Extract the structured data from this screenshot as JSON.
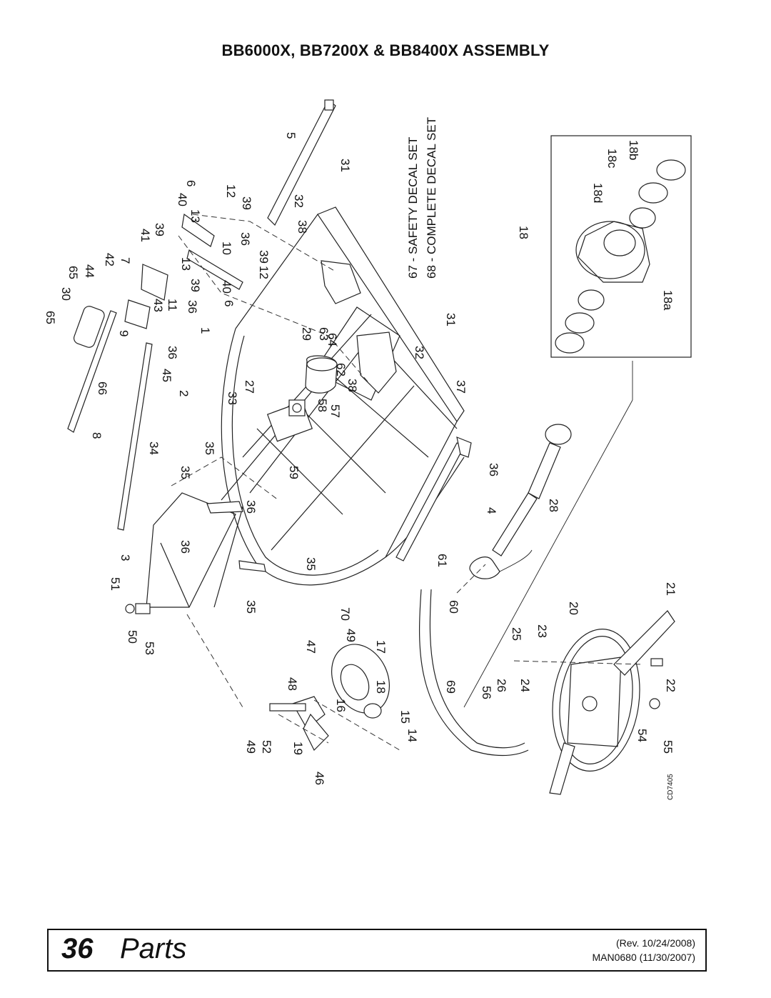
{
  "page": {
    "title": "BB6000X, BB7200X & BB8400X ASSEMBLY",
    "page_number": "36",
    "section": "Parts",
    "revision": "(Rev. 10/24/2008)",
    "manual": "MAN0680 (11/30/2007)"
  },
  "notes": {
    "safety_decal": "67 - SAFETY DECAL SET",
    "complete_decal": "68 - COMPLETE DECAL SET"
  },
  "drawing_ref": "CD7405",
  "callouts": {
    "c5": "5",
    "c31a": "31",
    "c12a": "12",
    "c39a": "39",
    "c32a": "32",
    "c38a": "38",
    "c6a": "6",
    "c40a": "40",
    "c13a": "13",
    "c10": "10",
    "c36a": "36",
    "c39b": "39",
    "c12b": "12",
    "c41": "41",
    "c39c": "39",
    "c13b": "13",
    "c39d": "39",
    "c40b": "40",
    "c6b": "6",
    "c42": "42",
    "c7": "7",
    "c65a": "65",
    "c44": "44",
    "c30": "30",
    "c65b": "65",
    "c43": "43",
    "c11": "11",
    "c36b": "36",
    "c9": "9",
    "c1": "1",
    "c29": "29",
    "c63": "63",
    "c64": "64",
    "c31b": "31",
    "c32b": "32",
    "c36c": "36",
    "c45": "45",
    "c66": "66",
    "c62": "62",
    "c38b": "38",
    "c27": "27",
    "c33": "33",
    "c2": "2",
    "c37": "37",
    "c58": "58",
    "c57": "57",
    "c8": "8",
    "c34": "34",
    "c35a": "35",
    "c35b": "35",
    "c59": "59",
    "c36d": "36",
    "c36e": "36",
    "c28": "28",
    "c4": "4",
    "c3": "3",
    "c36f": "36",
    "c35c": "35",
    "c61": "61",
    "c51": "51",
    "c35d": "35",
    "c60": "60",
    "c70": "70",
    "c49a": "49",
    "c47": "47",
    "c17": "17",
    "c50": "50",
    "c53": "53",
    "c20": "20",
    "c21": "21",
    "c25": "25",
    "c23": "23",
    "c48": "48",
    "c18a": "18",
    "c69": "69",
    "c56": "56",
    "c26": "26",
    "c24": "24",
    "c22": "22",
    "c16": "16",
    "c15": "15",
    "c14": "14",
    "c54": "54",
    "c55": "55",
    "c49b": "49",
    "c52": "52",
    "c19": "19",
    "c46": "46",
    "c18b": "18",
    "c18a_hub": "18a",
    "c18b_cup": "18b",
    "c18c": "18c",
    "c18d": "18d"
  }
}
